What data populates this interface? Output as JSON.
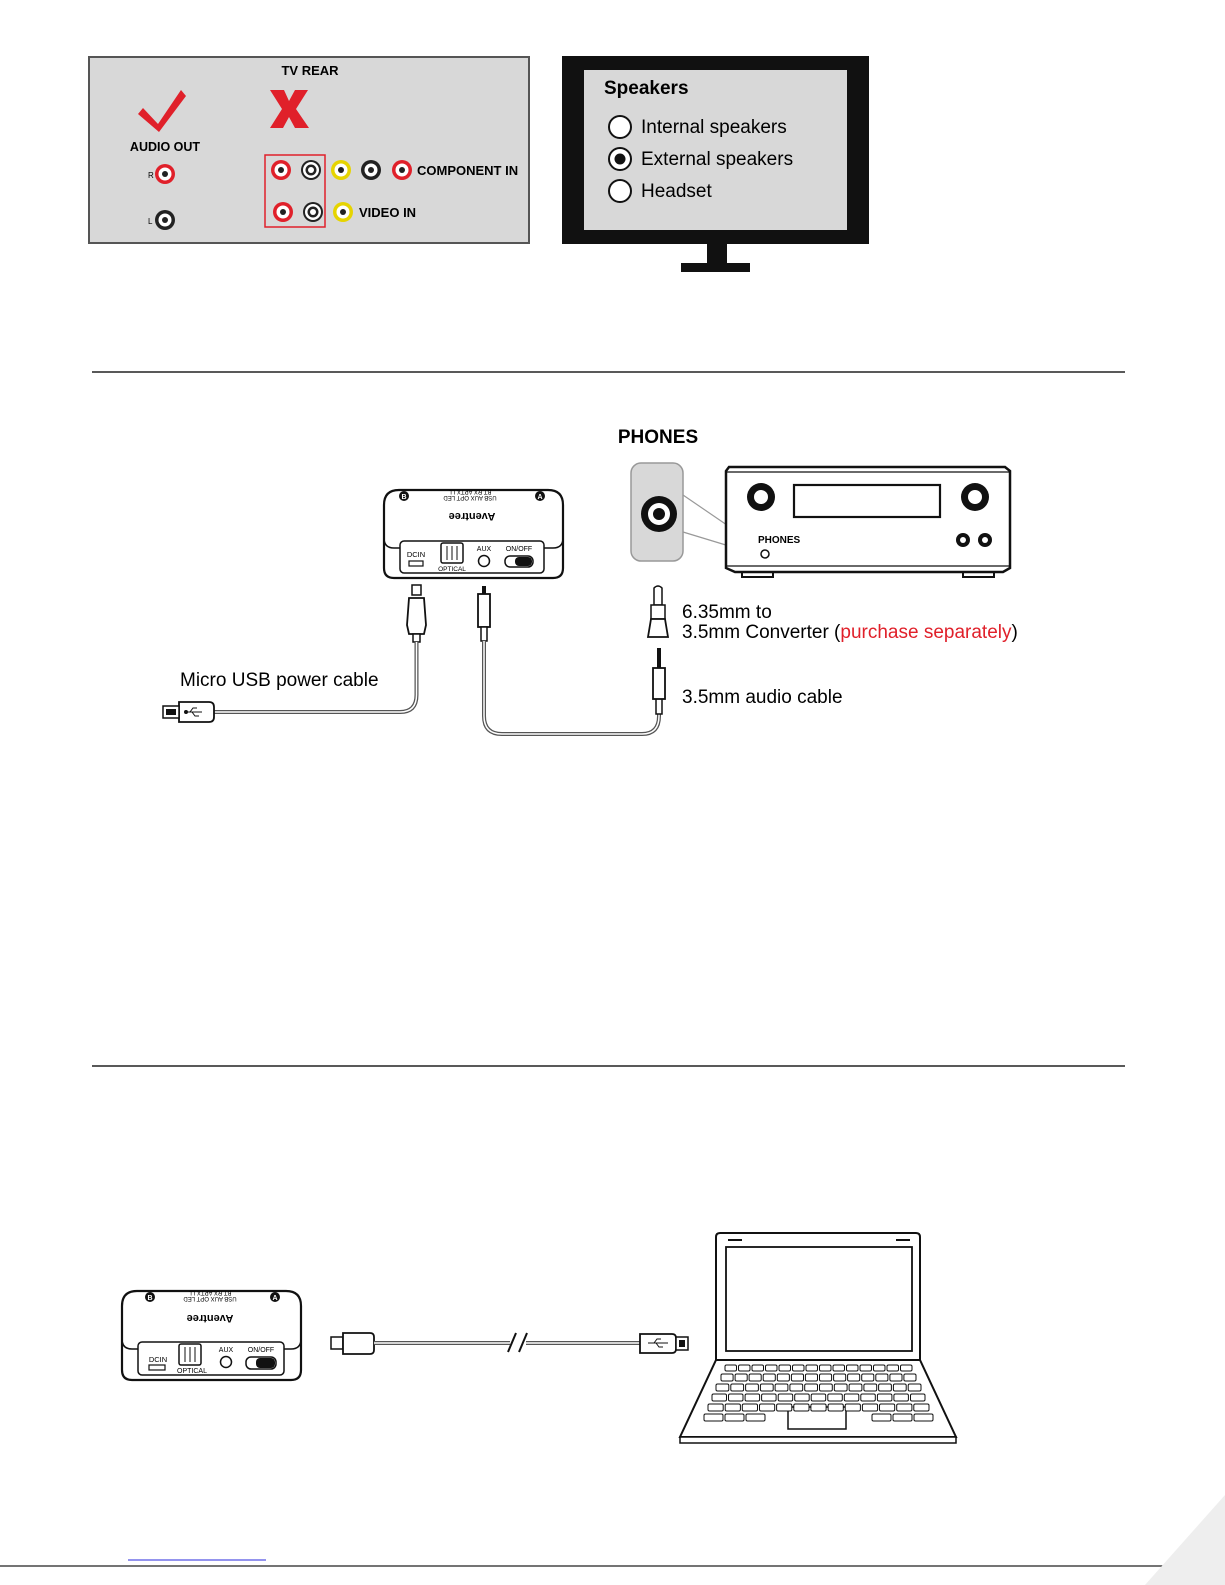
{
  "tv_rear": {
    "title": "TV REAR",
    "audio_out_label": "AUDIO OUT",
    "r_label": "R",
    "l_label": "L",
    "component_in_label": "COMPONENT IN",
    "video_in_label": "VIDEO IN",
    "ok_mark": "check-icon",
    "wrong_mark": "x-icon",
    "colors": {
      "ok": "#e0202a",
      "wrong": "#e0202a",
      "panel": "#d8d8d8",
      "red_jack": "#e0202a",
      "yellow_jack": "#e6d400"
    }
  },
  "tv_menu": {
    "title": "Speakers",
    "options": [
      {
        "label": "Internal speakers",
        "selected": false
      },
      {
        "label": "External speakers",
        "selected": true
      },
      {
        "label": "Headset",
        "selected": false
      }
    ]
  },
  "receiver_section": {
    "phones_title": "PHONES",
    "phones_panel_label": "PHONES",
    "transmitter": {
      "brand": "Aventree",
      "port_dcin": "DCIN",
      "port_optical": "OPTICAL",
      "port_aux": "AUX",
      "switch_label": "ON/OFF",
      "top_code": "USB AUX OPT LED",
      "top_code_2": "BT RX APTX LL",
      "badge_a": "A",
      "badge_b": "B"
    },
    "usb_cable_label": "Micro USB power cable",
    "converter_label_1": "6.35mm to",
    "converter_label_2a": "3.5mm Converter (",
    "converter_label_2b": "purchase separately",
    "converter_label_2c": ")",
    "audio_cable_label": "3.5mm audio cable",
    "highlight_color": "#e0202a"
  },
  "laptop_section": {
    "transmitter": {
      "brand": "Aventree",
      "port_dcin": "DCIN",
      "port_optical": "OPTICAL",
      "port_aux": "AUX",
      "switch_label": "ON/OFF",
      "top_code": "USB AUX OPT LED",
      "top_code_2": "BT RX APTX LL",
      "badge_a": "A",
      "badge_b": "B"
    },
    "usb_icon": "usb-icon"
  }
}
